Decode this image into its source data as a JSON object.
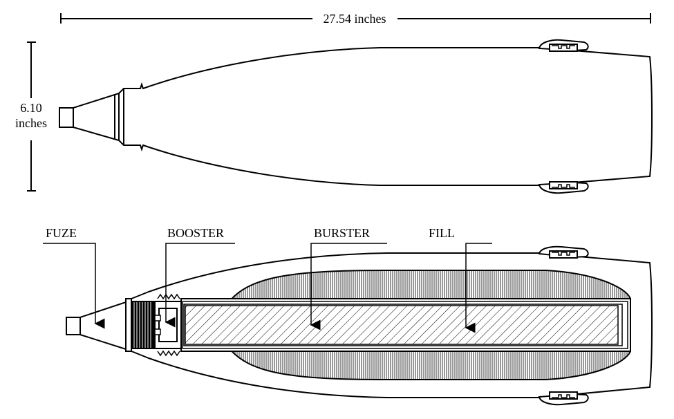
{
  "dimensions": {
    "length": "27.54 inches",
    "diameter_value": "6.10",
    "diameter_unit": "inches"
  },
  "labels": {
    "fuze": "FUZE",
    "booster": "BOOSTER",
    "burster": "BURSTER",
    "fill": "FILL"
  },
  "colors": {
    "line": "#000000",
    "background": "#ffffff"
  }
}
